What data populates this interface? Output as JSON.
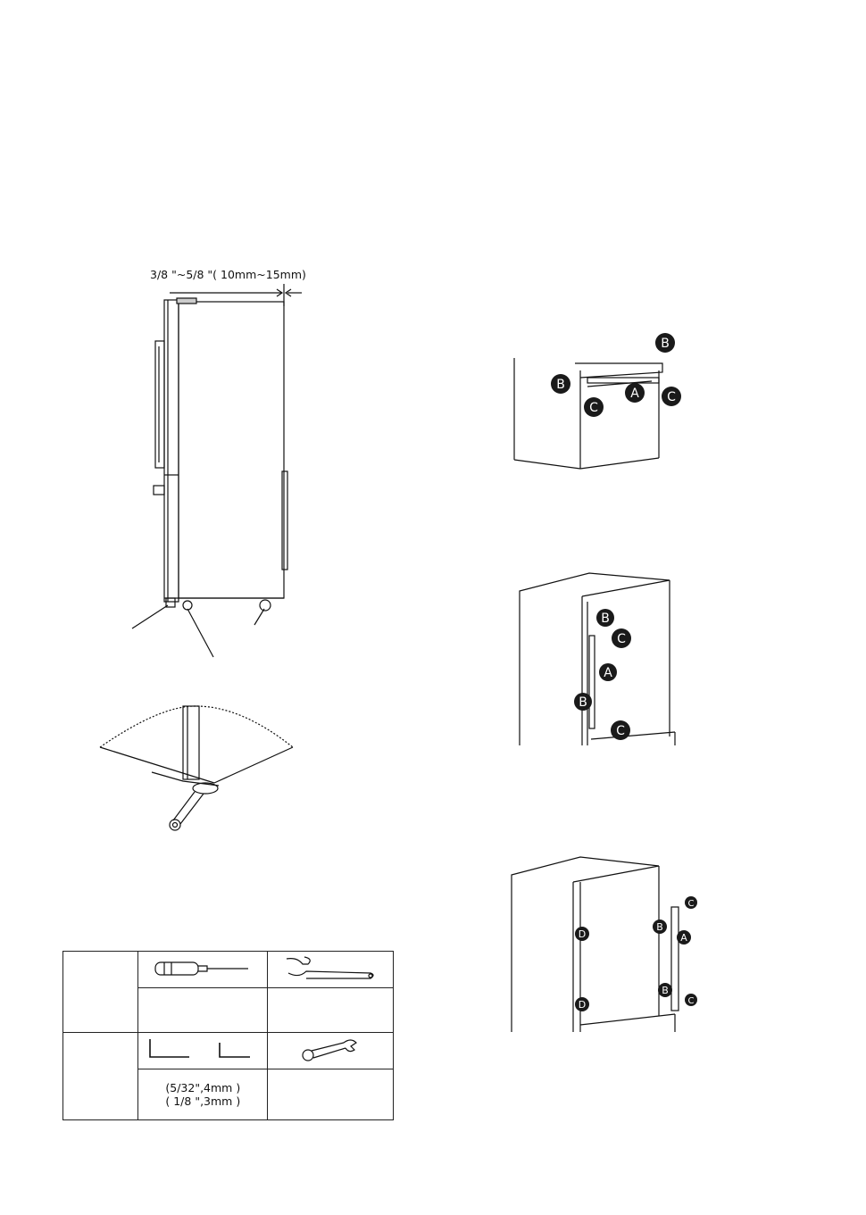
{
  "fridge_side": {
    "gap_dimension": "3/8 \"~5/8 \"( 10mm~15mm)"
  },
  "callouts": {
    "top_handle": [
      "B",
      "B",
      "C",
      "C",
      "A"
    ],
    "freezer_handle": [
      "B",
      "C",
      "A",
      "B",
      "C"
    ],
    "reversed_handle": [
      "C",
      "B",
      "A",
      "B",
      "C",
      "D",
      "D"
    ]
  },
  "tools_table": {
    "sizes_line1": "(5/32\",4mm )",
    "sizes_line2": "( 1/8 \",3mm )",
    "icons": [
      "screwdriver-icon",
      "adjustable-wrench-icon",
      "hex-key-icon",
      "open-end-wrench-icon"
    ]
  }
}
